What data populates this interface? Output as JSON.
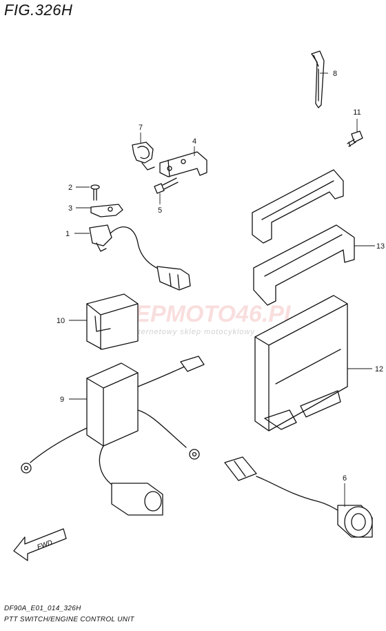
{
  "figure": {
    "title": "FIG.326H",
    "code": "DF90A_E01_014_326H",
    "caption": "PTT SWITCH/ENGINE CONTROL UNIT"
  },
  "watermark": {
    "main": "SKLEPMOTO46.PL",
    "sub": "internetowy sklep motocyklowy"
  },
  "fwd_label": "FWD",
  "callouts": [
    {
      "id": "1",
      "label": "1"
    },
    {
      "id": "2",
      "label": "2"
    },
    {
      "id": "3",
      "label": "3"
    },
    {
      "id": "4",
      "label": "4"
    },
    {
      "id": "5",
      "label": "5"
    },
    {
      "id": "6",
      "label": "6"
    },
    {
      "id": "7",
      "label": "7"
    },
    {
      "id": "8",
      "label": "8"
    },
    {
      "id": "9",
      "label": "9"
    },
    {
      "id": "10",
      "label": "10"
    },
    {
      "id": "11",
      "label": "11"
    },
    {
      "id": "12",
      "label": "12"
    },
    {
      "id": "13",
      "label": "13"
    }
  ]
}
